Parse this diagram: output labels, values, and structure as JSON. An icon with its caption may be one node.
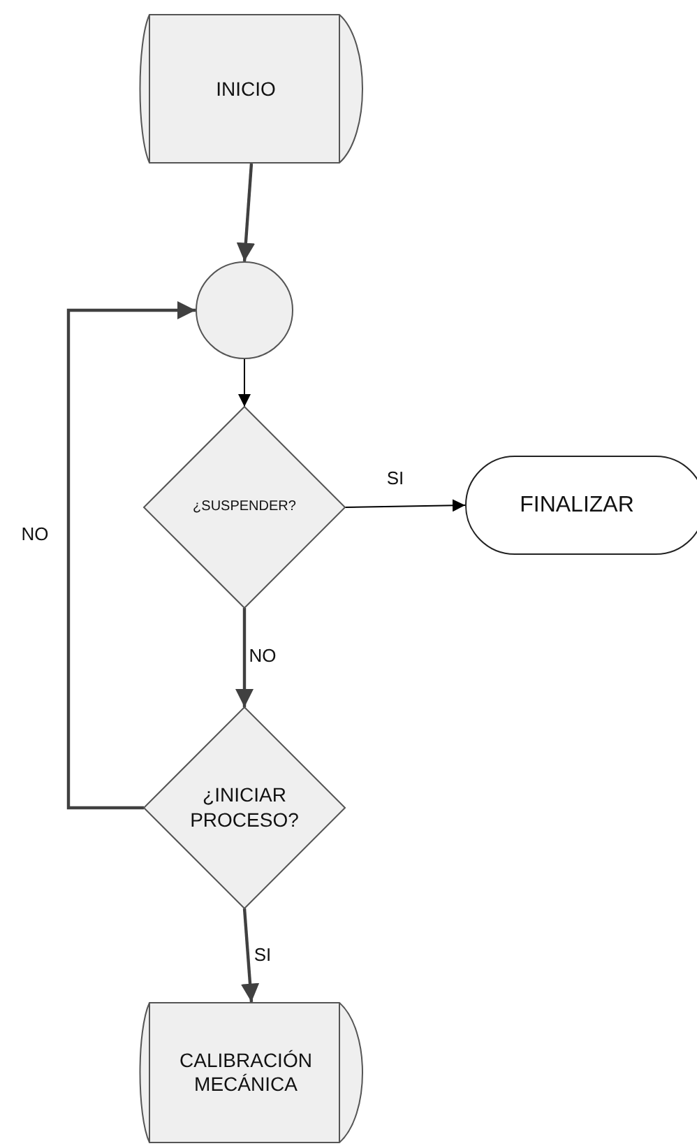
{
  "diagram": {
    "nodes": [
      {
        "text": [
          "INICIO"
        ]
      },
      {
        "text": [],
        "shape": "circle"
      },
      {
        "text": [
          "¿SUSPENDER?"
        ]
      },
      {
        "text": [
          "FINALIZAR"
        ]
      },
      {
        "text": [
          "¿INICIAR PROCESO?"
        ]
      },
      {
        "text": [
          "CALIBRACIÓN MECÁNICA"
        ]
      }
    ],
    "edges": [
      {
        "from": 0,
        "to": 1,
        "arrow": "to"
      },
      {
        "from": 1,
        "to": 2,
        "arrow": "to",
        "color": "#000000"
      },
      {
        "from": 2,
        "to": 3,
        "arrow": "to",
        "label": "SI",
        "color": "#000000"
      },
      {
        "from": 2,
        "to": 4,
        "arrow": "to",
        "label": "NO"
      },
      {
        "from": 4,
        "to": 1,
        "arrow": "to",
        "label": "NO"
      },
      {
        "from": 4,
        "to": 5,
        "arrow": "to",
        "label": "SI"
      }
    ]
  }
}
